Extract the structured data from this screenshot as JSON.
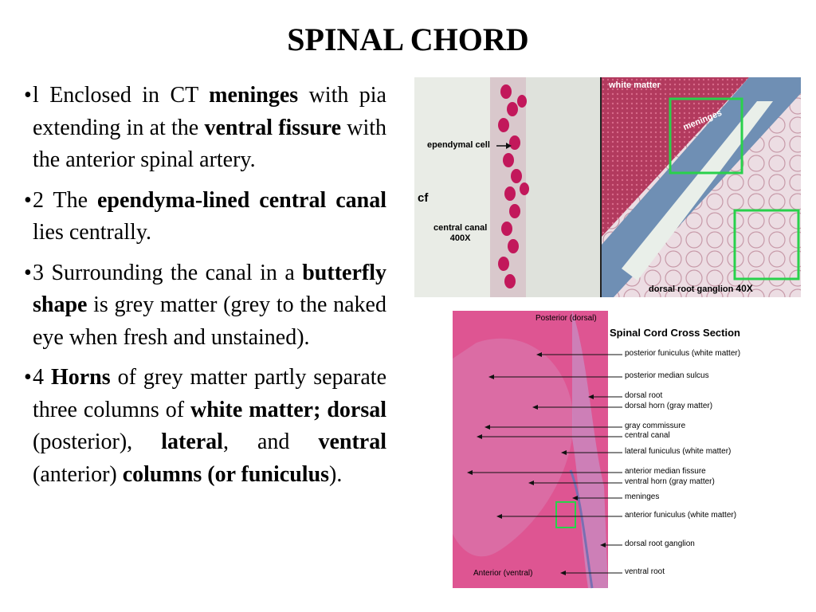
{
  "title": "SPINAL CHORD",
  "bullets": [
    {
      "marker": "•",
      "html": "l Enclosed in CT <b>meninges</b> with pia extending in at the <b>ventral fissure</b> with the anterior spinal artery."
    },
    {
      "marker": "•",
      "html": "2 The <b>ependyma-lined central canal</b> lies centrally."
    },
    {
      "marker": "•",
      "html": "3 Surrounding the canal in a <b>butterfly shape</b> is grey matter (grey to the naked eye when fresh and unstained)."
    },
    {
      "marker": "•",
      "html": "4 <b>Horns</b> of grey matter partly separate three columns of <b>white matter; dorsal</b> (posterior), <b>lateral</b>, and <b>ventral</b> (anterior) <b>columns (or funiculus</b>)."
    }
  ],
  "micrograph": {
    "ependymal_cell": "ependymal cell",
    "cf": "cf",
    "central_canal": "central canal",
    "mag_left": "400X",
    "white_matter": "white matter",
    "meninges": "meninges",
    "dorsal_root_ganglion": "dorsal root ganglion",
    "mag_right": "40X"
  },
  "cross_section": {
    "title": "Spinal Cord Cross Section",
    "posterior": "Posterior (dorsal)",
    "anterior": "Anterior (ventral)",
    "labels": [
      "posterior funiculus (white matter)",
      "posterior median sulcus",
      "dorsal root",
      "dorsal horn (gray matter)",
      "gray commissure",
      "central canal",
      "lateral funiculus (white matter)",
      "anterior median fissure",
      "ventral horn (gray matter)",
      "meninges",
      "anterior funiculus (white matter)",
      "dorsal root ganglion",
      "ventral root"
    ]
  }
}
